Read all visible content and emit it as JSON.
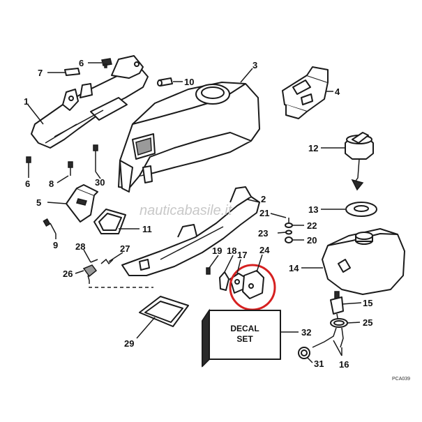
{
  "watermark": "nauticabasile.it",
  "reference_code": "PCA039",
  "decal_label_line1": "DECAL",
  "decal_label_line2": "SET",
  "highlight_color": "#d62020",
  "callouts": {
    "c1": "1",
    "c2": "2",
    "c3": "3",
    "c4": "4",
    "c5": "5",
    "c6a": "6",
    "c6b": "6",
    "c7": "7",
    "c8": "8",
    "c9": "9",
    "c10": "10",
    "c11": "11",
    "c12": "12",
    "c13": "13",
    "c14": "14",
    "c15": "15",
    "c16": "16",
    "c17": "17",
    "c18": "18",
    "c19": "19",
    "c20": "20",
    "c21": "21",
    "c22": "22",
    "c23": "23",
    "c24": "24",
    "c25": "25",
    "c26": "26",
    "c27": "27",
    "c28": "28",
    "c29": "29",
    "c30": "30",
    "c31": "31",
    "c32": "32"
  }
}
